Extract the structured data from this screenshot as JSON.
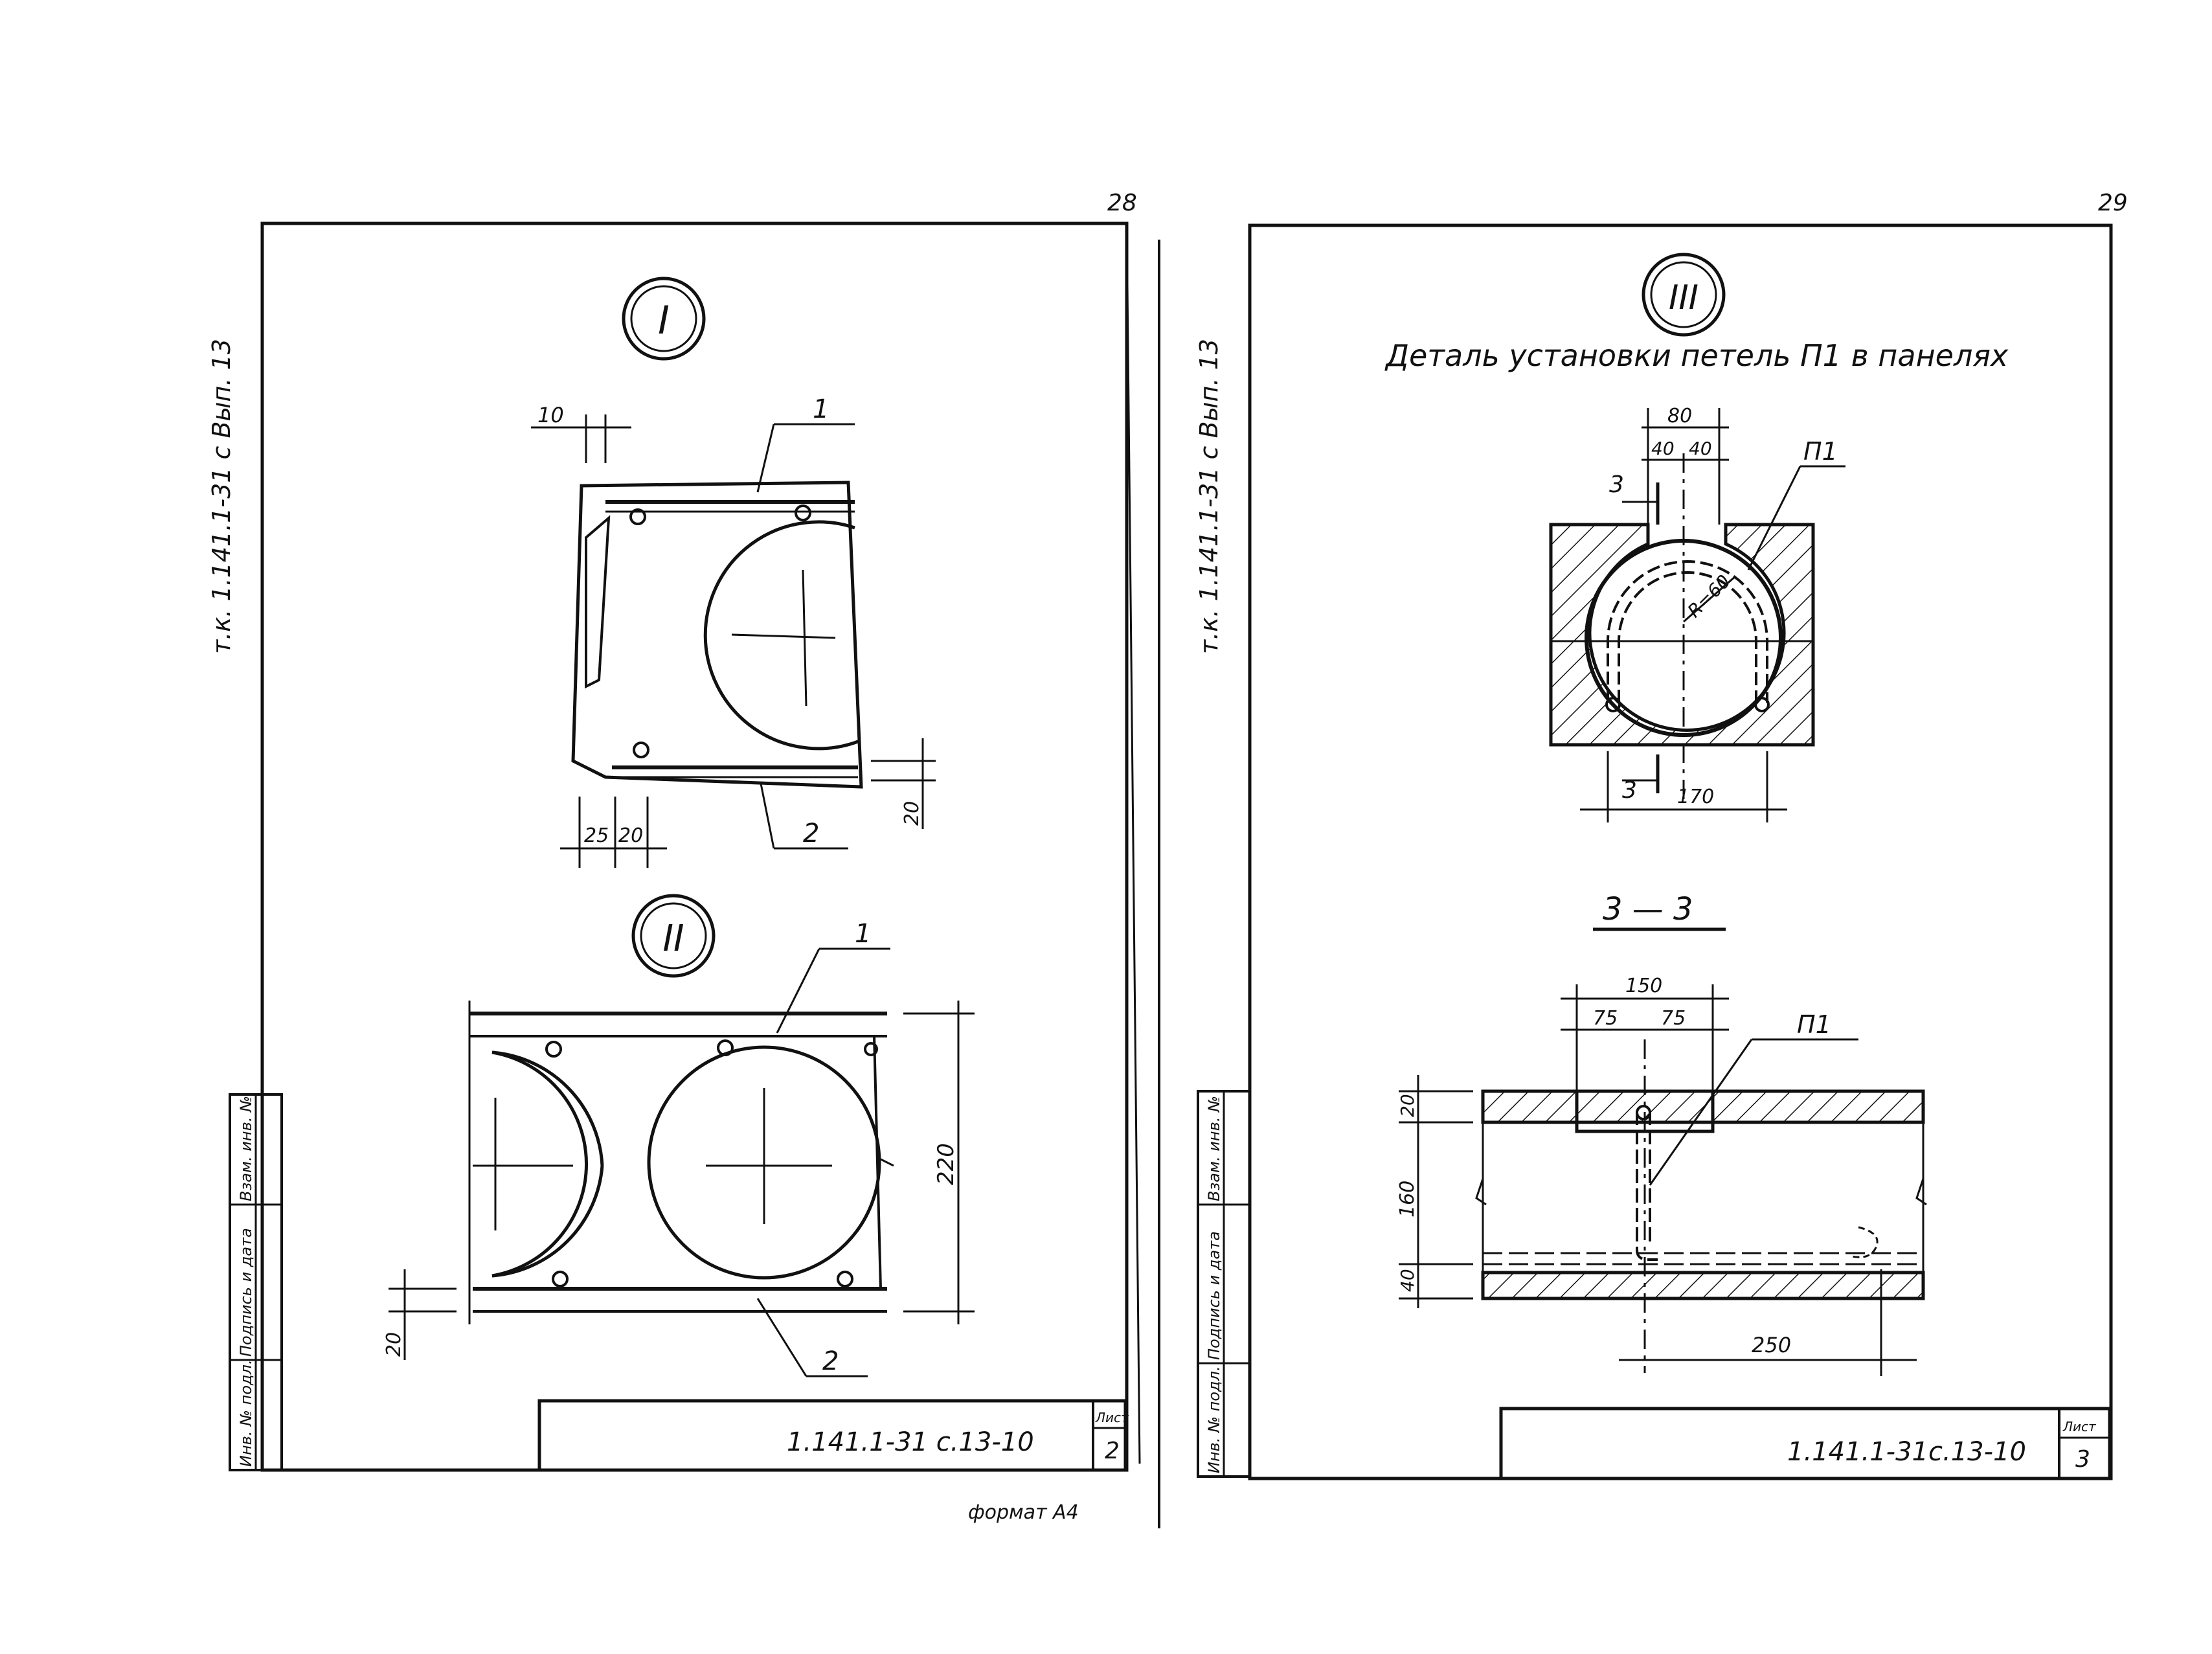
{
  "sheet_left": {
    "page_number": "28",
    "side_label": "т.к. 1.141.1-31 с  Вып. 13",
    "stamp_cells": [
      "Инв. № подл.",
      "Подпись и дата",
      "Взам. инв. №"
    ],
    "title_block": {
      "code": "1.141.1-31 с.13-10",
      "sheet_label": "Лист",
      "sheet_number": "2"
    },
    "format_note": "формат А4",
    "detail_I": {
      "marker": "I",
      "callouts": [
        "1",
        "2"
      ],
      "dims": [
        "10",
        "25",
        "20",
        "20"
      ]
    },
    "detail_II": {
      "marker": "II",
      "callouts": [
        "1",
        "2"
      ],
      "dims": [
        "220",
        "20"
      ]
    }
  },
  "sheet_right": {
    "page_number": "29",
    "side_label": "т.к. 1.141.1-31 с  Вып. 13",
    "stamp_cells": [
      "Инв. № подл.",
      "Подпись и дата",
      "Взам. инв. №"
    ],
    "title_block": {
      "code": "1.141.1-31с.13-10",
      "sheet_label": "Лист",
      "sheet_number": "3"
    },
    "detail_III": {
      "marker": "III",
      "title": "Деталь установки петель П1 в панелях",
      "loop_label": "П1",
      "section_mark": "3",
      "radius_label": "R=60",
      "dims": [
        "80",
        "40",
        "40",
        "170"
      ]
    },
    "section_3_3": {
      "title": "3 — 3",
      "loop_label": "П1",
      "dims": [
        "150",
        "75",
        "75",
        "20",
        "160",
        "40",
        "250"
      ]
    }
  }
}
